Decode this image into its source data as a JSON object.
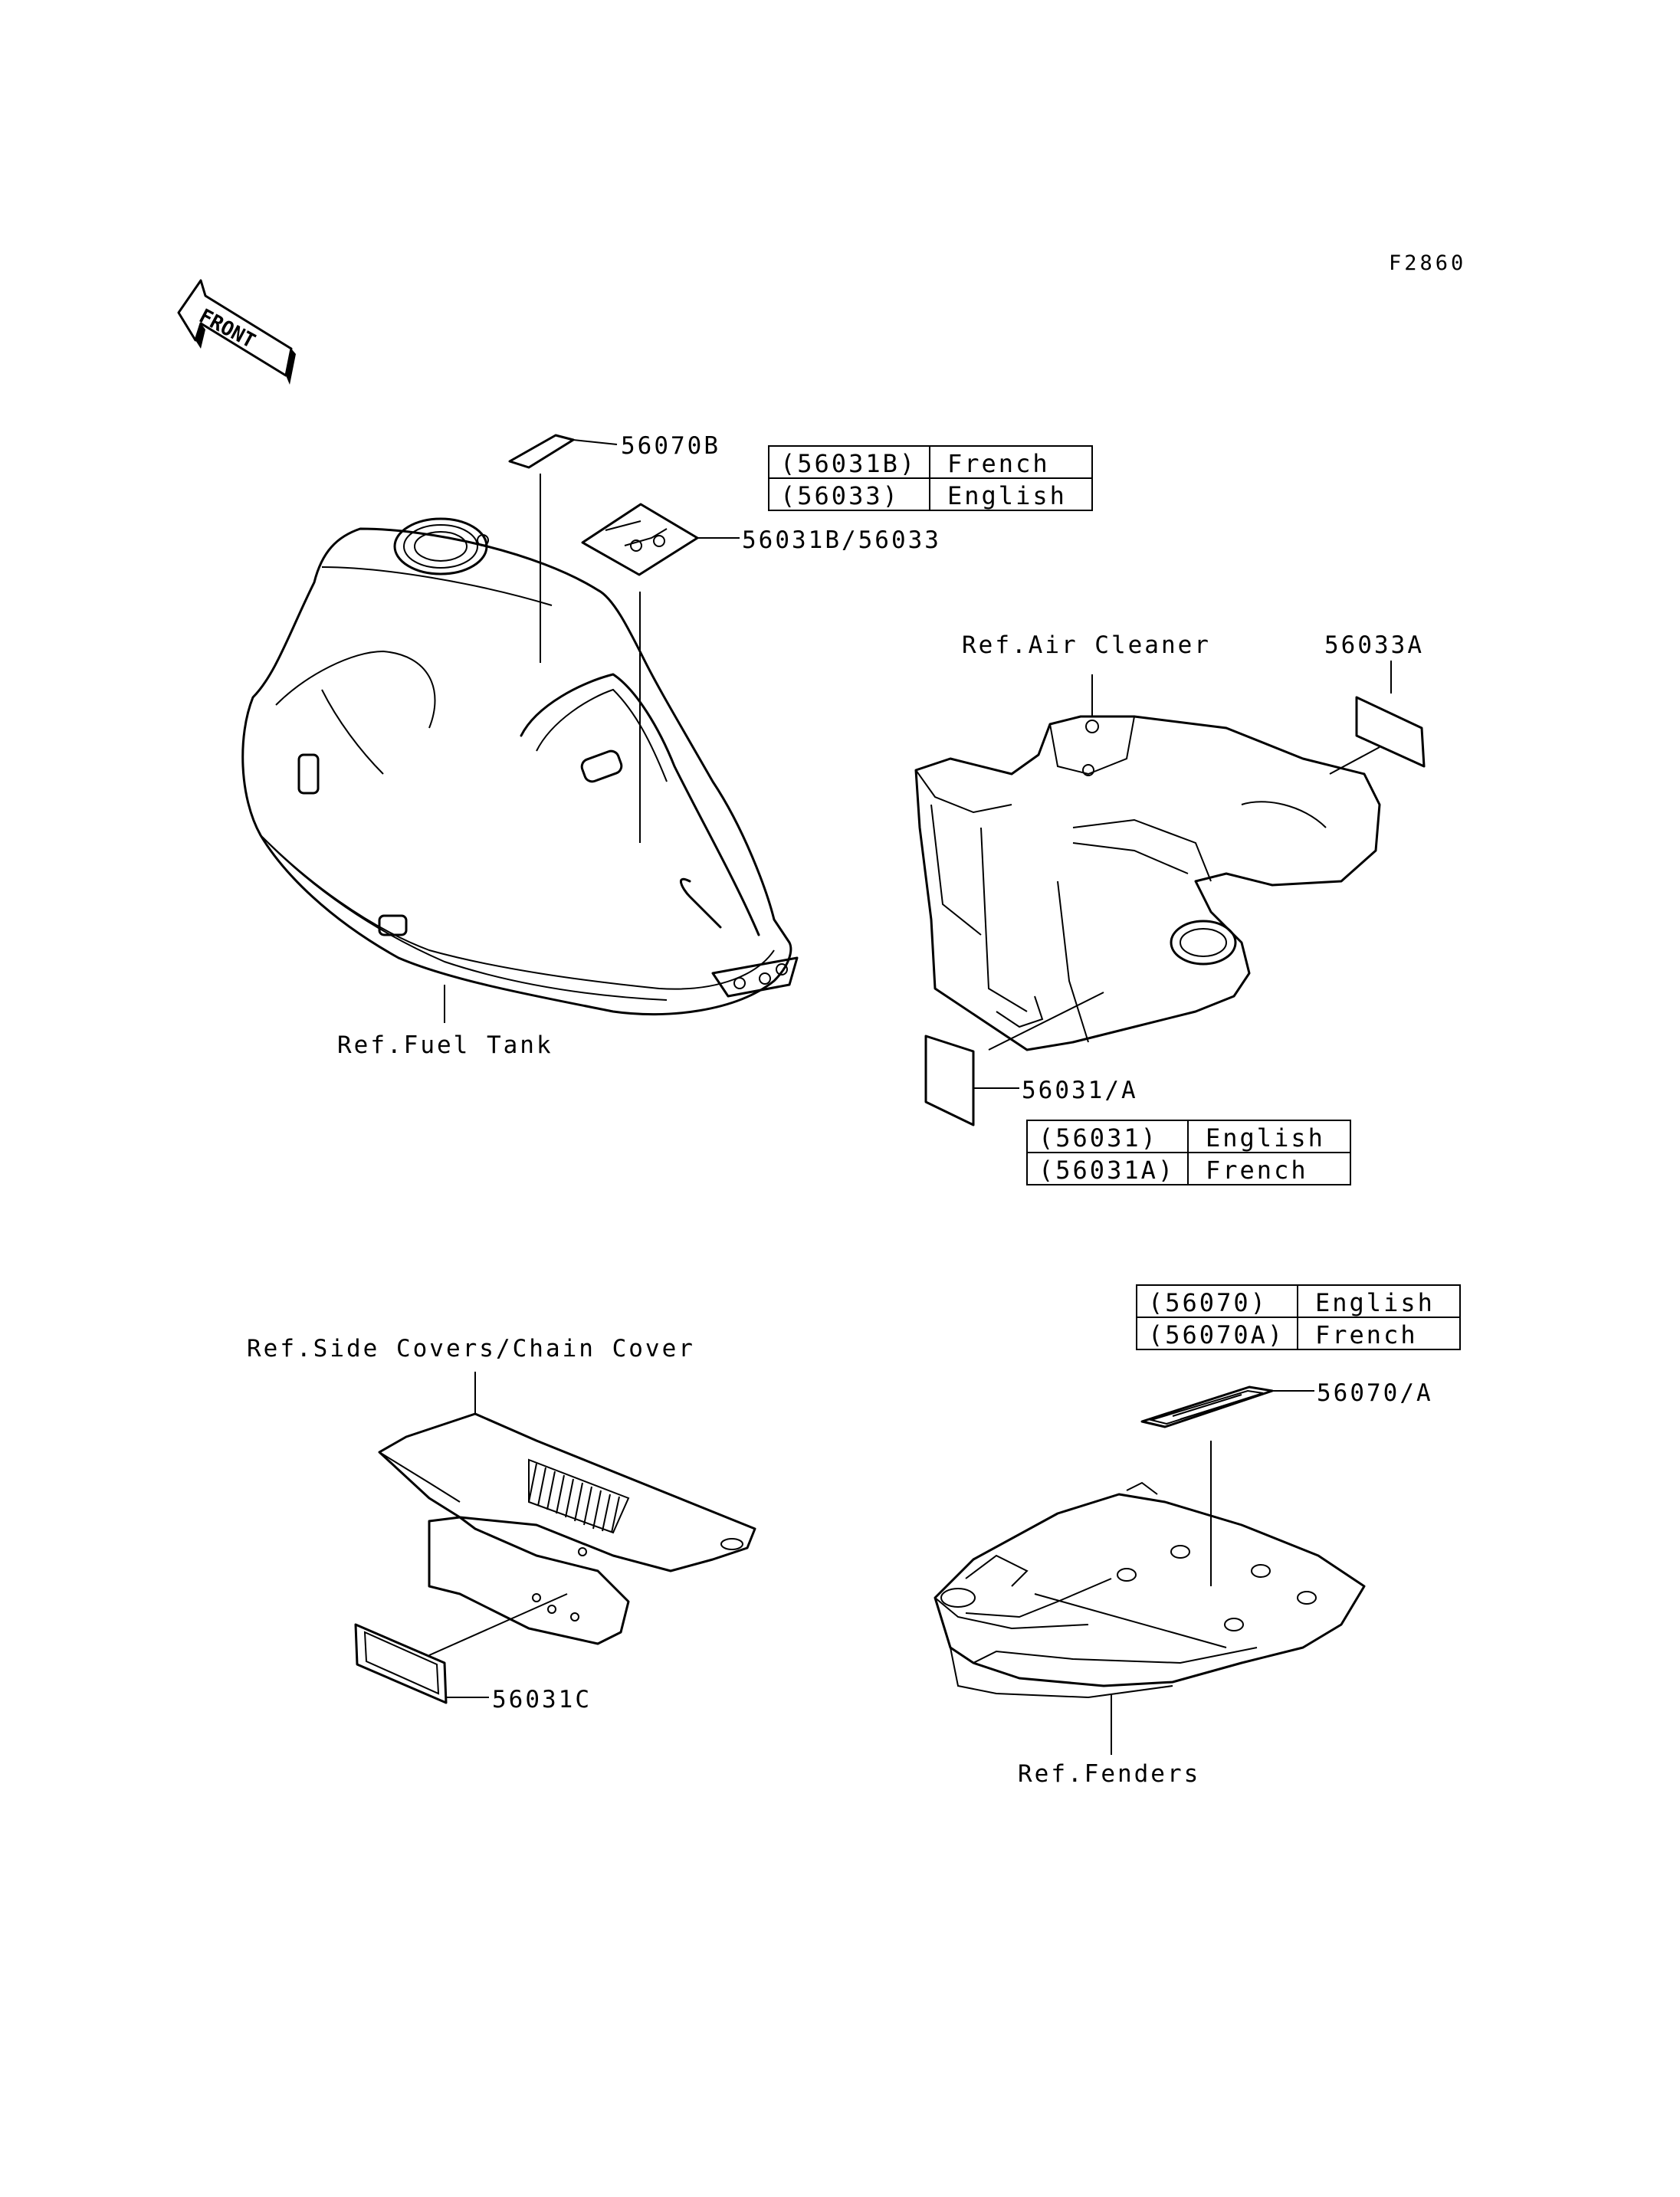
{
  "figure_code": "F2860",
  "front_label": "FRONT",
  "callouts": {
    "p56070B": "56070B",
    "p56031B_56033": "56031B/56033",
    "p56033A": "56033A",
    "p56031A": "56031/A",
    "p56031C": "56031C",
    "p56070A": "56070/A"
  },
  "refs": {
    "fuel_tank": "Ref.Fuel Tank",
    "air_cleaner": "Ref.Air Cleaner",
    "side_covers": "Ref.Side Covers/Chain Cover",
    "fenders": "Ref.Fenders"
  },
  "tables": {
    "t1": [
      {
        "code": "(56031B)",
        "lang": "French"
      },
      {
        "code": "(56033)",
        "lang": "English"
      }
    ],
    "t2": [
      {
        "code": "(56031)",
        "lang": "English"
      },
      {
        "code": "(56031A)",
        "lang": "French"
      }
    ],
    "t3": [
      {
        "code": "(56070)",
        "lang": "English"
      },
      {
        "code": "(56070A)",
        "lang": "French"
      }
    ]
  }
}
